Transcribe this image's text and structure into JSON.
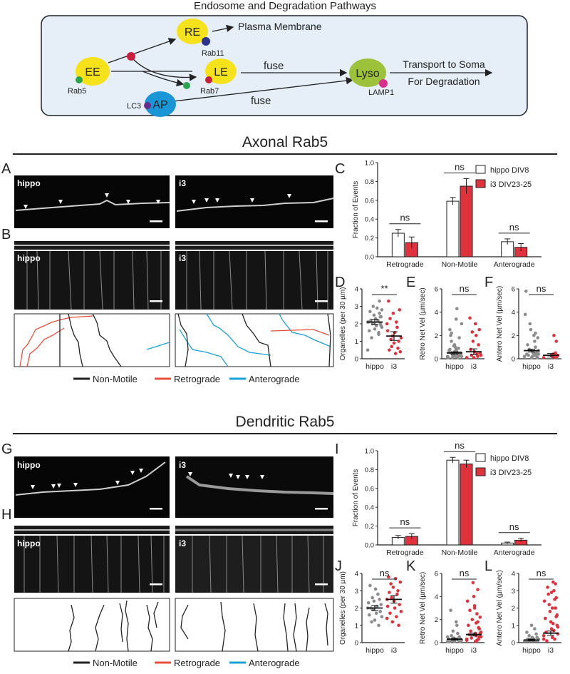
{
  "pathway": {
    "title": "Endosome and Degradation Pathways",
    "nodes": {
      "re": "RE",
      "ee": "EE",
      "le": "LE",
      "lyso": "Lyso",
      "ap": "AP"
    },
    "markers": {
      "rab11": "Rab11",
      "rab5": "Rab5",
      "rab7": "Rab7",
      "lamp1": "LAMP1",
      "lc3": "LC3"
    },
    "plasma_membrane": "Plasma Membrane",
    "fuse1": "fuse",
    "fuse2": "fuse",
    "transport_line1": "Transport to Soma",
    "transport_line2": "For Degradation",
    "colors": {
      "yellow": "#f6e21a",
      "lyso": "#9cc23c",
      "ap": "#1a96d6",
      "rab11": "#2b3590",
      "rab5": "#2aa54a",
      "rab7": "#c8203c",
      "lamp1": "#d8308a",
      "lc3": "#6a2c8c",
      "box": "#e6eef8"
    }
  },
  "axonal": {
    "title": "Axonal Rab5",
    "panel_letters": {
      "a": "A",
      "b": "B",
      "c": "C",
      "d": "D",
      "e": "E",
      "f": "F"
    },
    "hippo": "hippo",
    "i3": "i3",
    "legend": {
      "non_motile": "Non-Motile",
      "retrograde": "Retrograde",
      "anterograde": "Anterograde"
    }
  },
  "dendritic": {
    "title": "Dendritic Rab5",
    "panel_letters": {
      "g": "G",
      "h": "H",
      "i": "I",
      "j": "J",
      "k": "K",
      "l": "L"
    },
    "hippo": "hippo",
    "i3": "i3",
    "legend": {
      "non_motile": "Non-Motile",
      "retrograde": "Retrograde",
      "anterograde": "Anterograde"
    }
  },
  "chart_data": [
    {
      "id": "C",
      "type": "bar",
      "ylabel": "Fraction of Events",
      "ylim": [
        0,
        1.0
      ],
      "yticks": [
        "0.0",
        "0.2",
        "0.4",
        "0.6",
        "0.8",
        "1.0"
      ],
      "categories": [
        "Retrograde",
        "Non-Motile",
        "Anterograde"
      ],
      "series": [
        {
          "name": "hippo DIV8",
          "values": [
            0.25,
            0.59,
            0.16
          ],
          "err": [
            0.04,
            0.04,
            0.03
          ]
        },
        {
          "name": "i3 DIV23-25",
          "values": [
            0.15,
            0.75,
            0.1
          ],
          "err": [
            0.06,
            0.08,
            0.04
          ]
        }
      ],
      "significance": [
        "ns",
        "ns",
        "ns"
      ]
    },
    {
      "id": "D",
      "type": "scatter",
      "ylabel": "Organelles (per 30 µm)",
      "ylim": [
        0,
        4
      ],
      "yticks": [
        "0",
        "1",
        "2",
        "3",
        "4"
      ],
      "categories": [
        "hippo",
        "i3"
      ],
      "means": [
        2.1,
        1.3
      ],
      "sem": [
        0.15,
        0.25
      ],
      "significance": "**",
      "points": [
        [
          2.1,
          1.8,
          2.4,
          2.0,
          2.6,
          1.5,
          2.2,
          2.9,
          1.9,
          2.3,
          1.7,
          2.5,
          3.0,
          2.0,
          1.2,
          2.2,
          2.7,
          1.6,
          2.1,
          0.5,
          2.8,
          1.9,
          2.4,
          3.3,
          1.4
        ],
        [
          2.0,
          1.2,
          0.4,
          2.8,
          1.0,
          0.6,
          1.8,
          2.1,
          0.3,
          1.5,
          0.9,
          2.6,
          1.3,
          0.7,
          1.1,
          2.3,
          0.5,
          3.3,
          1.6
        ]
      ]
    },
    {
      "id": "E",
      "type": "scatter",
      "ylabel": "Retro Net Vel (µm/sec)",
      "ylim": [
        0,
        6
      ],
      "yticks": [
        "0",
        "2",
        "4",
        "6"
      ],
      "categories": [
        "hippo",
        "i3"
      ],
      "means": [
        0.5,
        0.6
      ],
      "sem": [
        0.1,
        0.25
      ],
      "significance": "ns",
      "points": [
        [
          0.1,
          0.2,
          0.3,
          0.4,
          0.5,
          0.2,
          0.1,
          0.6,
          0.8,
          1.0,
          1.2,
          0.3,
          0.2,
          0.4,
          1.5,
          2.0,
          2.5,
          0.7,
          0.1,
          0.2,
          3.0,
          0.5,
          0.3,
          1.8,
          0.9,
          0.4,
          4.3,
          3.4,
          0.2,
          0.6,
          1.1,
          0.3,
          0.1,
          2.2,
          0.5,
          0.8
        ],
        [
          0.1,
          0.3,
          0.5,
          2.5,
          1.2,
          0.2,
          0.4,
          2.0,
          3.0,
          0.6,
          0.1,
          1.5,
          2.3,
          0.3,
          0.8,
          3.5
        ]
      ]
    },
    {
      "id": "F",
      "type": "scatter",
      "ylabel": "Antero Net Vel (µm/sec)",
      "ylim": [
        0,
        6
      ],
      "yticks": [
        "0",
        "2",
        "4",
        "6"
      ],
      "categories": [
        "hippo",
        "i3"
      ],
      "means": [
        0.7,
        0.3
      ],
      "sem": [
        0.12,
        0.15
      ],
      "significance": "ns",
      "points": [
        [
          0.2,
          0.4,
          0.1,
          0.6,
          0.3,
          1.0,
          1.5,
          2.0,
          0.5,
          0.2,
          0.1,
          2.5,
          3.0,
          0.8,
          0.3,
          1.2,
          0.4,
          5.8,
          3.8,
          0.2,
          0.7,
          1.8,
          0.1,
          0.5,
          2.2,
          0.3
        ],
        [
          0.1,
          0.3,
          0.2,
          1.5,
          0.5,
          0.1,
          2.0,
          0.4,
          0.2
        ]
      ]
    },
    {
      "id": "I",
      "type": "bar",
      "ylabel": "Fraction of Events",
      "ylim": [
        0,
        1.0
      ],
      "yticks": [
        "0.0",
        "0.2",
        "0.4",
        "0.6",
        "0.8",
        "1.0"
      ],
      "categories": [
        "Retrograde",
        "Non-Motile",
        "Anterograde"
      ],
      "series": [
        {
          "name": "hippo DIV8",
          "values": [
            0.08,
            0.9,
            0.02
          ],
          "err": [
            0.02,
            0.03,
            0.01
          ]
        },
        {
          "name": "i3 DIV23-25",
          "values": [
            0.09,
            0.86,
            0.05
          ],
          "err": [
            0.03,
            0.04,
            0.02
          ]
        }
      ],
      "significance": [
        "ns",
        "ns",
        "ns"
      ]
    },
    {
      "id": "J",
      "type": "scatter",
      "ylabel": "Organelles (per 30 µm)",
      "ylim": [
        0,
        4
      ],
      "yticks": [
        "0",
        "1",
        "2",
        "3",
        "4"
      ],
      "categories": [
        "hippo",
        "i3"
      ],
      "means": [
        2.0,
        2.5
      ],
      "sem": [
        0.15,
        0.22
      ],
      "significance": "ns",
      "points": [
        [
          2.0,
          1.5,
          2.2,
          1.8,
          2.5,
          1.0,
          2.8,
          2.1,
          1.7,
          3.1,
          1.3,
          2.4,
          1.9,
          2.6,
          1.2,
          2.0,
          3.3,
          1.6,
          2.3
        ],
        [
          2.5,
          1.8,
          3.5,
          2.2,
          1.0,
          3.0,
          2.8,
          1.5,
          3.7,
          2.0,
          2.4,
          3.2,
          1.2,
          2.6,
          3.4,
          1.7,
          2.9,
          3.8,
          2.1,
          1.4
        ]
      ]
    },
    {
      "id": "K",
      "type": "scatter",
      "ylabel": "Retro Net Vel (µm/sec)",
      "ylim": [
        0,
        6
      ],
      "yticks": [
        "0",
        "2",
        "4",
        "6"
      ],
      "categories": [
        "hippo",
        "i3"
      ],
      "means": [
        0.3,
        0.7
      ],
      "sem": [
        0.08,
        0.12
      ],
      "significance": "ns",
      "points": [
        [
          0.1,
          0.2,
          0.3,
          0.1,
          0.5,
          0.2,
          0.8,
          1.5,
          1.8,
          0.3,
          0.1,
          0.4,
          1.0,
          0.2,
          0.6,
          2.8,
          0.1,
          0.3,
          0.2,
          0.5
        ],
        [
          0.2,
          0.5,
          0.8,
          1.2,
          0.3,
          1.8,
          2.5,
          0.6,
          0.1,
          3.2,
          4.0,
          5.2,
          2.0,
          0.4,
          1.0,
          2.8,
          0.7,
          1.5,
          3.6,
          0.3,
          0.9,
          2.2,
          0.5,
          1.3,
          4.6,
          0.2,
          1.7,
          0.8,
          3.0
        ]
      ]
    },
    {
      "id": "L",
      "type": "scatter",
      "ylabel": "Antero Net Vel (µm/sec)",
      "ylim": [
        0,
        4
      ],
      "yticks": [
        "0",
        "1",
        "2",
        "3",
        "4"
      ],
      "categories": [
        "hippo",
        "i3"
      ],
      "means": [
        0.15,
        0.55
      ],
      "sem": [
        0.05,
        0.12
      ],
      "significance": "ns",
      "points": [
        [
          0.1,
          0.2,
          0.1,
          0.3,
          0.5,
          0.1,
          0.8,
          0.2,
          0.1,
          0.3,
          1.0,
          0.2,
          0.1,
          0.4,
          0.1,
          0.2,
          0.6,
          0.1
        ],
        [
          0.2,
          0.5,
          1.0,
          1.5,
          2.0,
          2.5,
          3.0,
          3.5,
          0.3,
          0.8,
          1.2,
          1.8,
          2.2,
          2.8,
          3.2,
          0.1,
          0.6,
          1.4,
          2.4,
          0.4,
          0.9,
          1.6,
          2.6,
          3.4,
          0.2,
          0.7,
          1.1,
          2.0,
          2.9
        ]
      ]
    }
  ]
}
